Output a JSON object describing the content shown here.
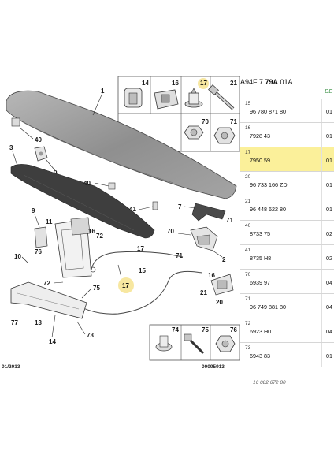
{
  "header": {
    "ref_prefix": "A94F 7 ",
    "ref_bold": "79A",
    "ref_suffix": " 01A",
    "section_label": "DE"
  },
  "diagram": {
    "date": "01/2013",
    "drawing_no": "00095913",
    "callouts": {
      "c1": "1",
      "c2": "2",
      "c3": "3",
      "c5": "5",
      "c7": "7",
      "c9": "9",
      "c10": "10",
      "c11": "11",
      "c13": "13",
      "c14": "14",
      "c15": "15",
      "c16a": "16",
      "c16b": "16",
      "c17a": "17",
      "c17b": "17",
      "c20": "20",
      "c21a": "21",
      "c21b": "21",
      "c40a": "40",
      "c40b": "40",
      "c41": "41",
      "c70a": "70",
      "c70b": "70",
      "c71a": "71",
      "c71b": "71",
      "c72a": "72",
      "c72b": "72",
      "c73": "73",
      "c74": "74",
      "c75a": "75",
      "c75b": "75",
      "c76": "76",
      "c77": "77"
    },
    "inset_top": [
      "14",
      "16",
      "17",
      "21",
      "70",
      "71"
    ],
    "inset_bottom": [
      "74",
      "75",
      "76"
    ],
    "highlight_color": "#f7e7a0"
  },
  "parts": [
    {
      "ref": "15",
      "pn": "96 780 871 80",
      "qty": "01"
    },
    {
      "ref": "16",
      "pn": "7928 43",
      "qty": "01"
    },
    {
      "ref": "17",
      "pn": "7950 59",
      "qty": "01",
      "selected": true
    },
    {
      "ref": "20",
      "pn": "96 733 166 ZD",
      "qty": "01"
    },
    {
      "ref": "21",
      "pn": "96 448 622 80",
      "qty": "01"
    },
    {
      "ref": "40",
      "pn": "8733 75",
      "qty": "02"
    },
    {
      "ref": "41",
      "pn": "8735 H8",
      "qty": "02"
    },
    {
      "ref": "70",
      "pn": "6939 97",
      "qty": "04"
    },
    {
      "ref": "71",
      "pn": "96 749 881 80",
      "qty": "04"
    },
    {
      "ref": "72",
      "pn": "6923 H0",
      "qty": "04"
    },
    {
      "ref": "73",
      "pn": "6943 83",
      "qty": "01"
    }
  ],
  "tail_text": "16 082 672 80",
  "colors": {
    "bonnet_fill": "#9a9a9a",
    "insulation_fill": "#3e3e3e",
    "selected_row": "#fbf09a",
    "section_label": "#2e8a3a"
  }
}
